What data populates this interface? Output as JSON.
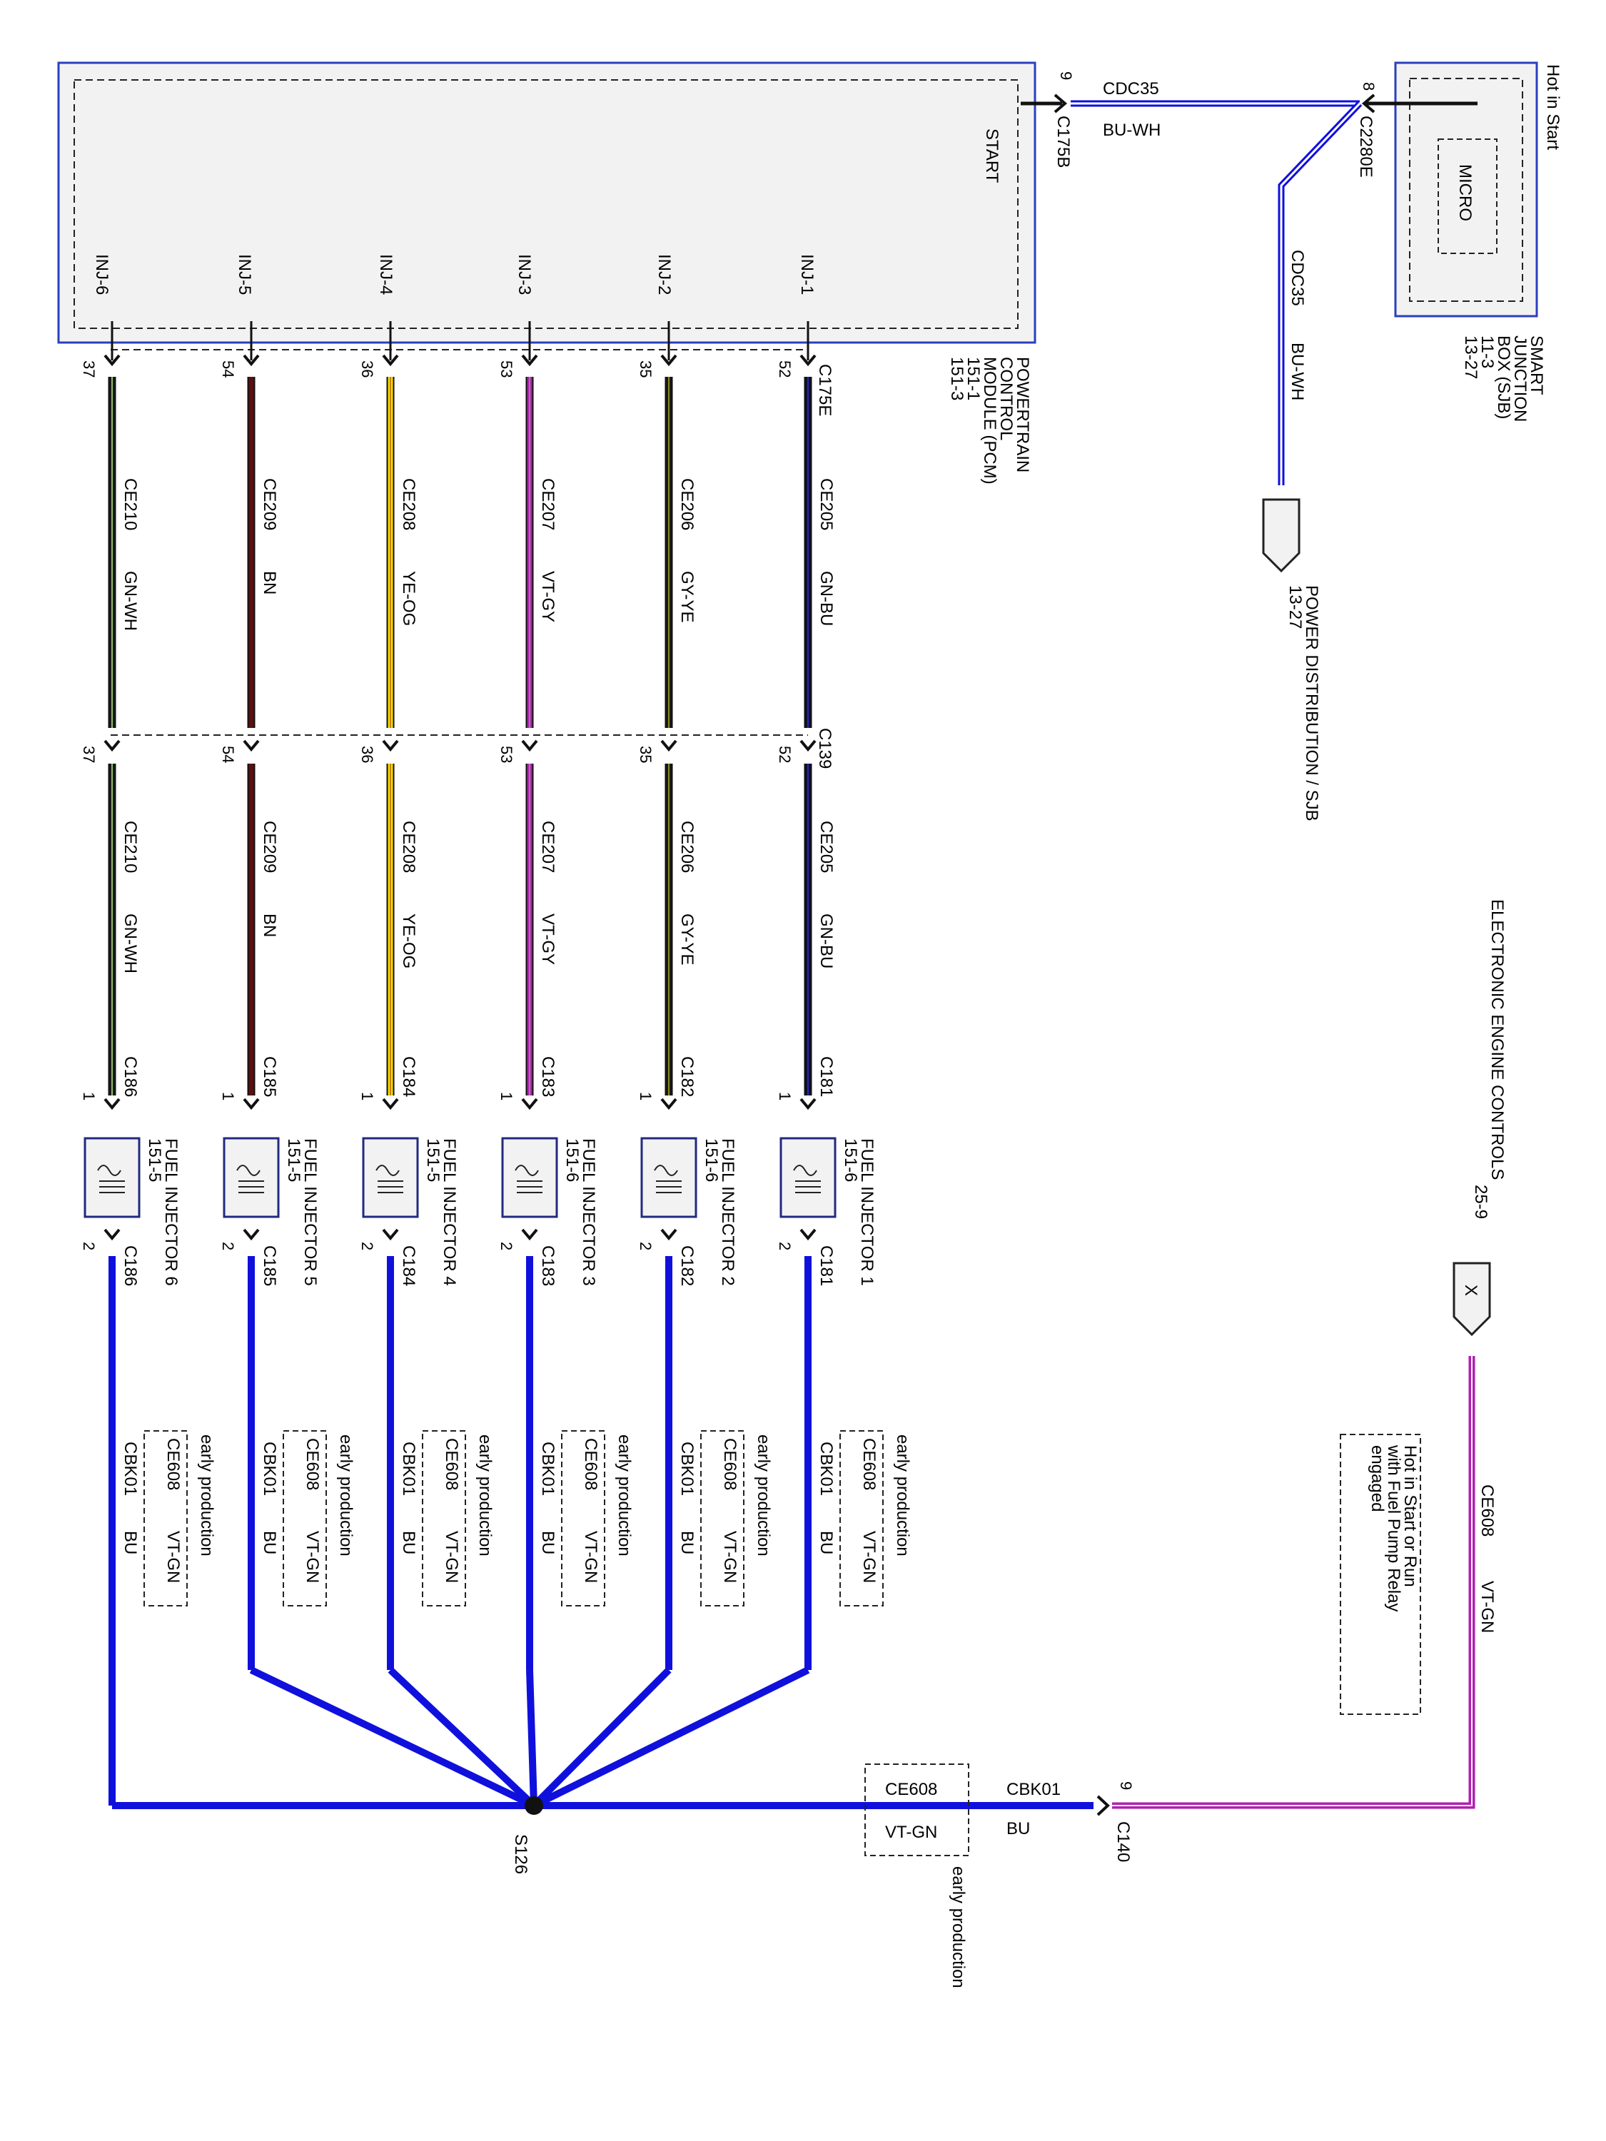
{
  "title": "ELECTRONIC ENGINE CONTROLS",
  "title_ref": "25-9",
  "colors": {
    "wire_blue": "#1010dd",
    "wire_purple": "#b020b0",
    "wire_black": "#111111",
    "wire_brown": "#5a1010",
    "wire_yellow": "#f2e000",
    "wire_olive": "#556b2f",
    "box_border": "#2a3fbf",
    "box_fill": "#f2f2f2"
  },
  "pcm": {
    "name_lines": [
      "POWERTRAIN",
      "CONTROL",
      "MODULE (PCM)",
      "151-1",
      "151-3"
    ],
    "start_label": "START",
    "start_pin": "9",
    "start_connector": "C175B",
    "out_connector": "C175E",
    "inj_labels": [
      "INJ-1",
      "INJ-2",
      "INJ-3",
      "INJ-4",
      "INJ-5",
      "INJ-6"
    ]
  },
  "sjb": {
    "name_lines": [
      "SMART",
      "JUNCTION",
      "BOX (SJB)",
      "11-3",
      "13-27"
    ],
    "micro": "MICRO",
    "hot_label": "Hot in Start",
    "pin": "8",
    "connector": "C2280E"
  },
  "start_wire": {
    "circuit": "CDC35",
    "color": "BU-WH"
  },
  "power_dist": {
    "circuit": "CDC35",
    "color": "BU-WH",
    "label": "POWER DISTRIBUTION / SJB",
    "ref": "13-27"
  },
  "injector_circuits": [
    {
      "pin": "52",
      "circuit": "CE205",
      "color": "GN-BU",
      "conn": "C181",
      "inj": "FUEL INJECTOR 1",
      "ref": "151-6"
    },
    {
      "pin": "35",
      "circuit": "CE206",
      "color": "GY-YE",
      "conn": "C182",
      "inj": "FUEL INJECTOR 2",
      "ref": "151-6"
    },
    {
      "pin": "53",
      "circuit": "CE207",
      "color": "VT-GY",
      "conn": "C183",
      "inj": "FUEL INJECTOR 3",
      "ref": "151-6"
    },
    {
      "pin": "36",
      "circuit": "CE208",
      "color": "YE-OG",
      "conn": "C184",
      "inj": "FUEL INJECTOR 4",
      "ref": "151-5"
    },
    {
      "pin": "54",
      "circuit": "CE209",
      "color": "BN",
      "conn": "C185",
      "inj": "FUEL INJECTOR 5",
      "ref": "151-5"
    },
    {
      "pin": "37",
      "circuit": "CE210",
      "color": "GN-WH",
      "conn": "C186",
      "inj": "FUEL INJECTOR 6",
      "ref": "151-5"
    }
  ],
  "inline_connector": "C139",
  "injector_pins": {
    "in": "1",
    "out": "2"
  },
  "feed": {
    "circuit": "CBK01",
    "color": "BU",
    "alt_circuit": "CE608",
    "alt_color": "VT-GN",
    "note": "early production"
  },
  "splice": "S126",
  "c140": {
    "pin": "9",
    "connector": "C140"
  },
  "relay_circuit": {
    "circuit": "CE608",
    "color": "VT-GN",
    "note_lines": [
      "Hot in Start or Run",
      "with Fuel Pump Relay",
      "engaged"
    ],
    "ref_symbol": "X"
  }
}
